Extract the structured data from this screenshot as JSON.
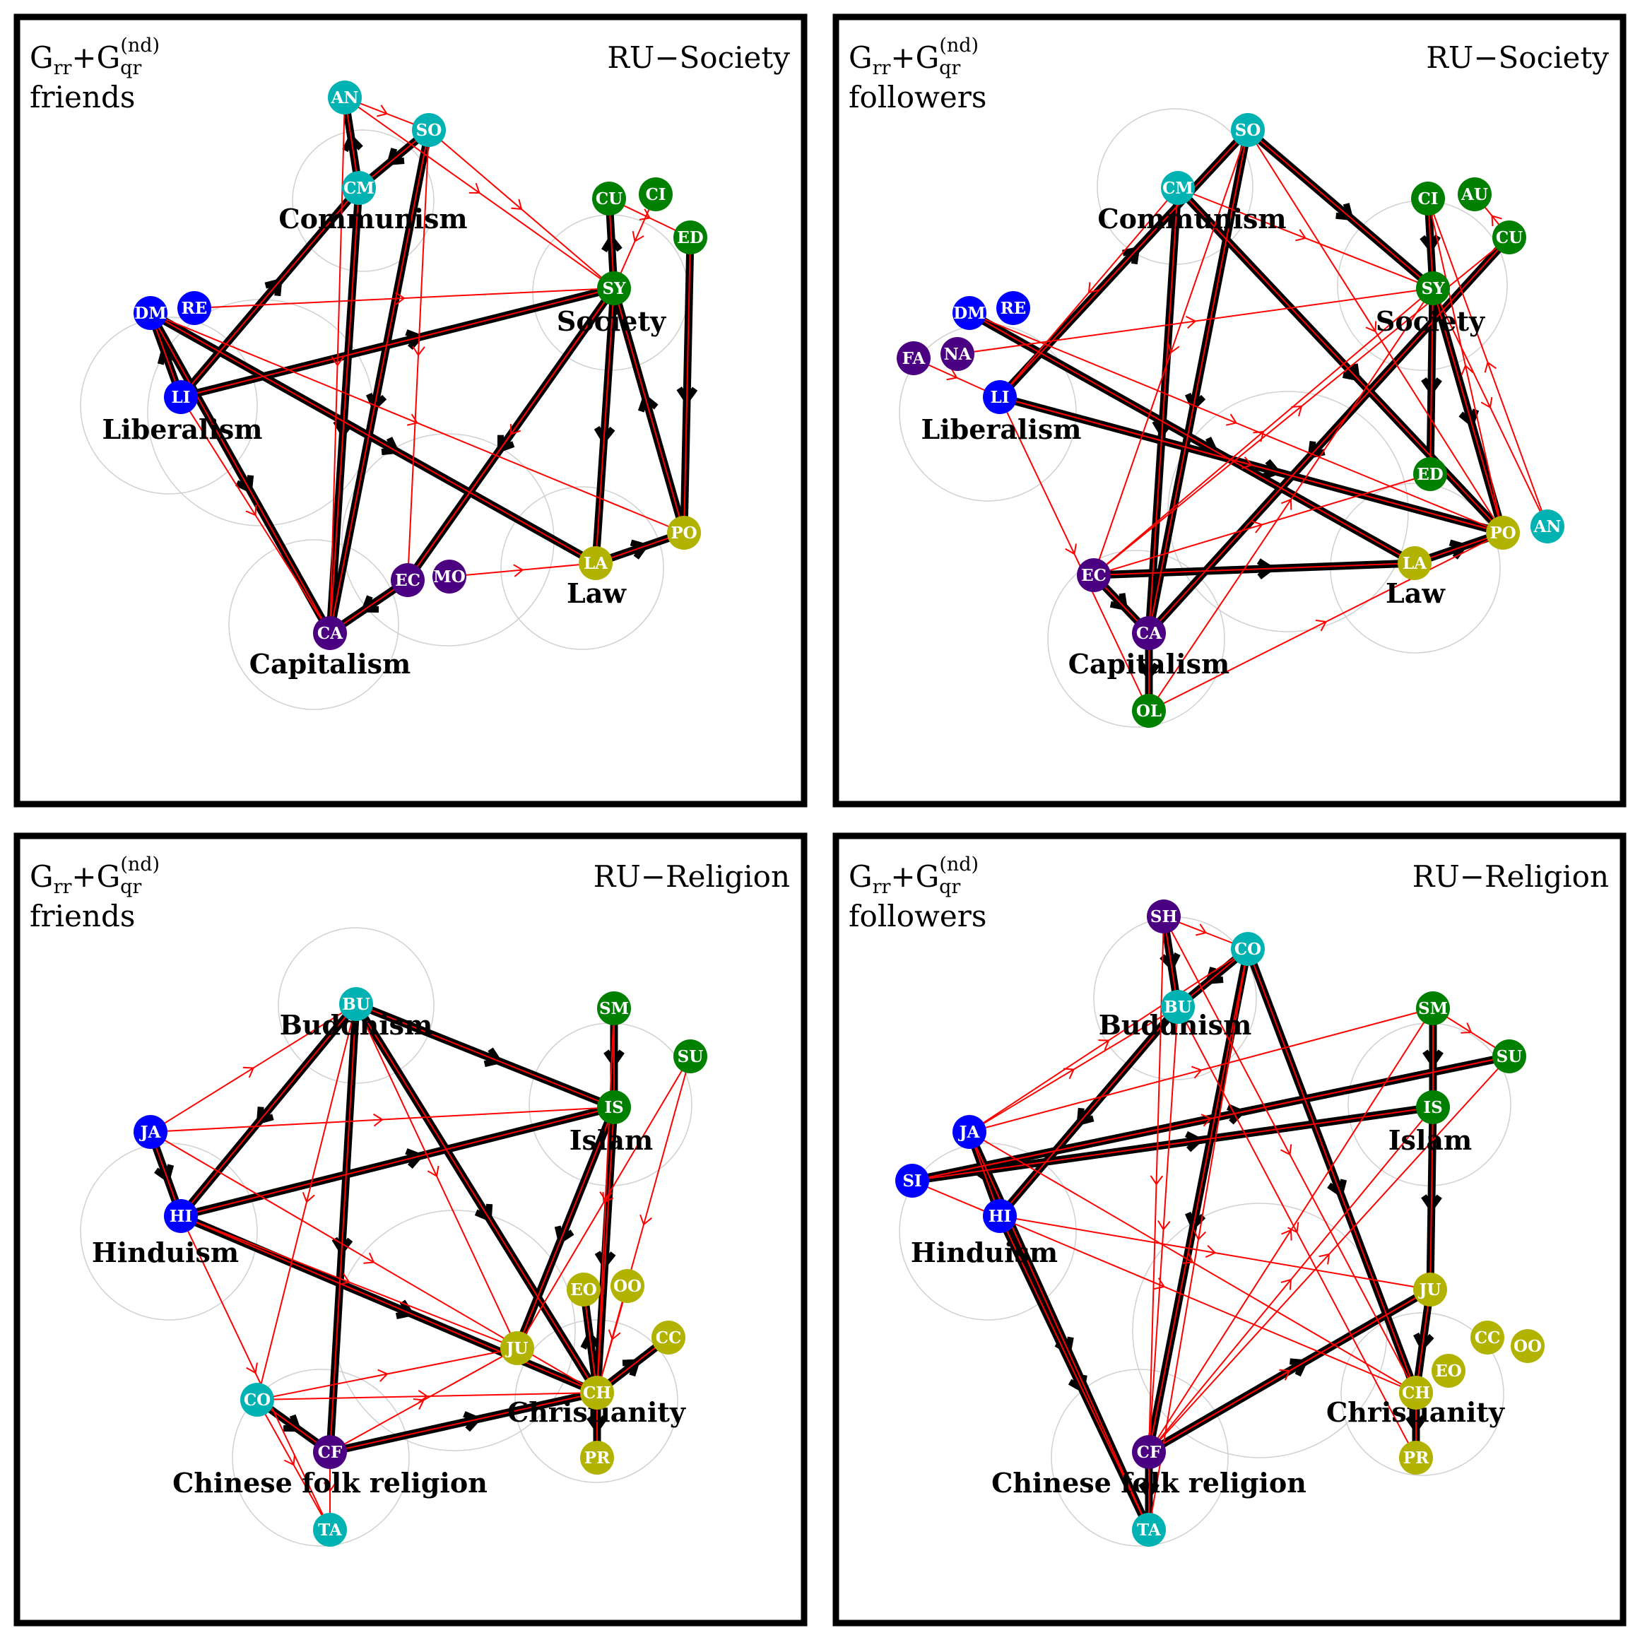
{
  "panels": [
    {
      "header_line1_main": "G",
      "header_line1_sub1": "rr",
      "header_line1_plus": "+G",
      "header_line1_sub2": "qr",
      "header_line1_sup": "(nd)",
      "header_line2": "friends",
      "title": "RU−Society",
      "clusters": [
        {
          "label": "Communism"
        },
        {
          "label": "Society"
        },
        {
          "label": "Liberalism"
        },
        {
          "label": "Law"
        },
        {
          "label": "Capitalism"
        }
      ],
      "nodes": [
        {
          "id": "AN",
          "color": "#00b2b2"
        },
        {
          "id": "SO",
          "color": "#00b2b2"
        },
        {
          "id": "CM",
          "color": "#00b2b2"
        },
        {
          "id": "CU",
          "color": "#008000"
        },
        {
          "id": "CI",
          "color": "#008000"
        },
        {
          "id": "ED",
          "color": "#008000"
        },
        {
          "id": "SY",
          "color": "#008000"
        },
        {
          "id": "DM",
          "color": "#0000ff"
        },
        {
          "id": "RE",
          "color": "#0000ff"
        },
        {
          "id": "LI",
          "color": "#0000ff"
        },
        {
          "id": "PO",
          "color": "#b2b200"
        },
        {
          "id": "LA",
          "color": "#b2b200"
        },
        {
          "id": "EC",
          "color": "#4b0082"
        },
        {
          "id": "MO",
          "color": "#4b0082"
        },
        {
          "id": "CA",
          "color": "#4b0082"
        }
      ],
      "black_edges": [
        [
          "SO",
          "CM"
        ],
        [
          "CM",
          "AN"
        ],
        [
          "CM",
          "CA"
        ],
        [
          "SO",
          "CA"
        ],
        [
          "LI",
          "CM"
        ],
        [
          "LI",
          "SY"
        ],
        [
          "LI",
          "DM"
        ],
        [
          "DM",
          "CA"
        ],
        [
          "DM",
          "LA"
        ],
        [
          "SY",
          "EC"
        ],
        [
          "SY",
          "LA"
        ],
        [
          "EC",
          "CA"
        ],
        [
          "PO",
          "SY"
        ],
        [
          "LA",
          "PO"
        ],
        [
          "ED",
          "PO"
        ],
        [
          "SY",
          "CU"
        ]
      ],
      "red_edges": [
        [
          "AN",
          "SO"
        ],
        [
          "SO",
          "SY"
        ],
        [
          "AN",
          "SY"
        ],
        [
          "SO",
          "EC"
        ],
        [
          "AN",
          "CA"
        ],
        [
          "RE",
          "SY"
        ],
        [
          "DM",
          "PO"
        ],
        [
          "MO",
          "LA"
        ],
        [
          "SY",
          "EC"
        ],
        [
          "CU",
          "ED"
        ],
        [
          "CI",
          "SY"
        ],
        [
          "LI",
          "CA"
        ]
      ]
    },
    {
      "header_line1_main": "G",
      "header_line1_sub1": "rr",
      "header_line1_plus": "+G",
      "header_line1_sub2": "qr",
      "header_line1_sup": "(nd)",
      "header_line2": "followers",
      "title": "RU−Society",
      "clusters": [
        {
          "label": "Communism"
        },
        {
          "label": "Society"
        },
        {
          "label": "Liberalism"
        },
        {
          "label": "Law"
        },
        {
          "label": "Capitalism"
        }
      ],
      "nodes": [
        {
          "id": "SO",
          "color": "#00b2b2"
        },
        {
          "id": "CM",
          "color": "#00b2b2"
        },
        {
          "id": "AN",
          "color": "#00b2b2"
        },
        {
          "id": "CI",
          "color": "#008000"
        },
        {
          "id": "AU",
          "color": "#008000"
        },
        {
          "id": "CU",
          "color": "#008000"
        },
        {
          "id": "SY",
          "color": "#008000"
        },
        {
          "id": "ED",
          "color": "#008000"
        },
        {
          "id": "OL",
          "color": "#008000"
        },
        {
          "id": "DM",
          "color": "#0000ff"
        },
        {
          "id": "RE",
          "color": "#0000ff"
        },
        {
          "id": "LI",
          "color": "#0000ff"
        },
        {
          "id": "FA",
          "color": "#4b0082"
        },
        {
          "id": "NA",
          "color": "#4b0082"
        },
        {
          "id": "EC",
          "color": "#4b0082"
        },
        {
          "id": "CA",
          "color": "#4b0082"
        },
        {
          "id": "PO",
          "color": "#b2b200"
        },
        {
          "id": "LA",
          "color": "#b2b200"
        }
      ],
      "black_edges": [
        [
          "SO",
          "CA"
        ],
        [
          "SO",
          "SY"
        ],
        [
          "CM",
          "PO"
        ],
        [
          "LI",
          "SO"
        ],
        [
          "DM",
          "LA"
        ],
        [
          "LI",
          "PO"
        ],
        [
          "SY",
          "PO"
        ],
        [
          "CU",
          "CA"
        ],
        [
          "EC",
          "LA"
        ],
        [
          "LA",
          "PO"
        ],
        [
          "SY",
          "ED"
        ],
        [
          "CA",
          "OL"
        ],
        [
          "EC",
          "CA"
        ],
        [
          "CM",
          "CA"
        ],
        [
          "CI",
          "SY"
        ]
      ],
      "red_edges": [
        [
          "SO",
          "EC"
        ],
        [
          "SO",
          "PO"
        ],
        [
          "CM",
          "LI"
        ],
        [
          "DM",
          "PO"
        ],
        [
          "LI",
          "PO"
        ],
        [
          "NA",
          "SY"
        ],
        [
          "FA",
          "LI"
        ],
        [
          "EC",
          "ED"
        ],
        [
          "EC",
          "SY"
        ],
        [
          "EC",
          "CU"
        ],
        [
          "OL",
          "SY"
        ],
        [
          "AN",
          "CI"
        ],
        [
          "PO",
          "CI"
        ],
        [
          "OL",
          "PO"
        ],
        [
          "LI",
          "OL"
        ],
        [
          "CM",
          "SY"
        ],
        [
          "CU",
          "AU"
        ],
        [
          "SY",
          "AN"
        ]
      ]
    },
    {
      "header_line1_main": "G",
      "header_line1_sub1": "rr",
      "header_line1_plus": "+G",
      "header_line1_sub2": "qr",
      "header_line1_sup": "(nd)",
      "header_line2": "friends",
      "title": "RU−Religion",
      "clusters": [
        {
          "label": "Buddhism"
        },
        {
          "label": "Islam"
        },
        {
          "label": "Hinduism"
        },
        {
          "label": "Christianity"
        },
        {
          "label": "Chinese folk religion"
        }
      ],
      "nodes": [
        {
          "id": "BU",
          "color": "#00b2b2"
        },
        {
          "id": "CO",
          "color": "#00b2b2"
        },
        {
          "id": "TA",
          "color": "#00b2b2"
        },
        {
          "id": "SM",
          "color": "#008000"
        },
        {
          "id": "SU",
          "color": "#008000"
        },
        {
          "id": "IS",
          "color": "#008000"
        },
        {
          "id": "JA",
          "color": "#0000ff"
        },
        {
          "id": "HI",
          "color": "#0000ff"
        },
        {
          "id": "EO",
          "color": "#b2b200"
        },
        {
          "id": "OO",
          "color": "#b2b200"
        },
        {
          "id": "CC",
          "color": "#b2b200"
        },
        {
          "id": "JU",
          "color": "#b2b200"
        },
        {
          "id": "CH",
          "color": "#b2b200"
        },
        {
          "id": "PR",
          "color": "#b2b200"
        },
        {
          "id": "CF",
          "color": "#4b0082"
        }
      ],
      "black_edges": [
        [
          "BU",
          "IS"
        ],
        [
          "BU",
          "CH"
        ],
        [
          "BU",
          "HI"
        ],
        [
          "BU",
          "CF"
        ],
        [
          "JA",
          "HI"
        ],
        [
          "HI",
          "IS"
        ],
        [
          "HI",
          "CH"
        ],
        [
          "CF",
          "CH"
        ],
        [
          "CO",
          "CF"
        ],
        [
          "IS",
          "CH"
        ],
        [
          "IS",
          "JU"
        ],
        [
          "SM",
          "IS"
        ],
        [
          "CH",
          "PR"
        ],
        [
          "CH",
          "CC"
        ],
        [
          "CH",
          "EO"
        ]
      ],
      "red_edges": [
        [
          "JA",
          "BU"
        ],
        [
          "JA",
          "IS"
        ],
        [
          "JA",
          "CH"
        ],
        [
          "HI",
          "JU"
        ],
        [
          "HI",
          "TA"
        ],
        [
          "CO",
          "JU"
        ],
        [
          "CO",
          "CH"
        ],
        [
          "CO",
          "TA"
        ],
        [
          "BU",
          "CO"
        ],
        [
          "CF",
          "TA"
        ],
        [
          "SU",
          "JU"
        ],
        [
          "SM",
          "CH"
        ],
        [
          "SU",
          "CH"
        ],
        [
          "BU",
          "JU"
        ],
        [
          "CF",
          "JU"
        ],
        [
          "OO",
          "CH"
        ]
      ]
    },
    {
      "header_line1_main": "G",
      "header_line1_sub1": "rr",
      "header_line1_plus": "+G",
      "header_line1_sub2": "qr",
      "header_line1_sup": "(nd)",
      "header_line2": "followers",
      "title": "RU−Religion",
      "clusters": [
        {
          "label": "Buddhism"
        },
        {
          "label": "Islam"
        },
        {
          "label": "Hinduism"
        },
        {
          "label": "Christianity"
        },
        {
          "label": "Chinese folk religion"
        }
      ],
      "nodes": [
        {
          "id": "SH",
          "color": "#4b0082"
        },
        {
          "id": "CO",
          "color": "#00b2b2"
        },
        {
          "id": "BU",
          "color": "#00b2b2"
        },
        {
          "id": "TA",
          "color": "#00b2b2"
        },
        {
          "id": "SM",
          "color": "#008000"
        },
        {
          "id": "SU",
          "color": "#008000"
        },
        {
          "id": "IS",
          "color": "#008000"
        },
        {
          "id": "JA",
          "color": "#0000ff"
        },
        {
          "id": "SI",
          "color": "#0000ff"
        },
        {
          "id": "HI",
          "color": "#0000ff"
        },
        {
          "id": "JU",
          "color": "#b2b200"
        },
        {
          "id": "CC",
          "color": "#b2b200"
        },
        {
          "id": "OO",
          "color": "#b2b200"
        },
        {
          "id": "EO",
          "color": "#b2b200"
        },
        {
          "id": "CH",
          "color": "#b2b200"
        },
        {
          "id": "PR",
          "color": "#b2b200"
        },
        {
          "id": "CF",
          "color": "#4b0082"
        }
      ],
      "black_edges": [
        [
          "SH",
          "BU"
        ],
        [
          "CO",
          "BU"
        ],
        [
          "CO",
          "CH"
        ],
        [
          "CO",
          "CF"
        ],
        [
          "BU",
          "HI"
        ],
        [
          "JA",
          "HI"
        ],
        [
          "SI",
          "IS"
        ],
        [
          "SI",
          "SU"
        ],
        [
          "HI",
          "TA"
        ],
        [
          "JA",
          "TA"
        ],
        [
          "SM",
          "IS"
        ],
        [
          "JU",
          "CH"
        ],
        [
          "CF",
          "JU"
        ],
        [
          "IS",
          "JU"
        ],
        [
          "CH",
          "PR"
        ],
        [
          "CF",
          "TA"
        ]
      ],
      "red_edges": [
        [
          "JA",
          "CO"
        ],
        [
          "JA",
          "SM"
        ],
        [
          "SI",
          "CH"
        ],
        [
          "SI",
          "SU"
        ],
        [
          "JA",
          "BU"
        ],
        [
          "SH",
          "CO"
        ],
        [
          "SH",
          "CF"
        ],
        [
          "BU",
          "CF"
        ],
        [
          "CO",
          "TA"
        ],
        [
          "CF",
          "SU"
        ],
        [
          "CF",
          "SM"
        ],
        [
          "CF",
          "IS"
        ],
        [
          "CF",
          "JU"
        ],
        [
          "HI",
          "JU"
        ],
        [
          "JA",
          "CH"
        ],
        [
          "SH",
          "CH"
        ],
        [
          "BU",
          "PR"
        ],
        [
          "SM",
          "SU"
        ]
      ]
    }
  ]
}
